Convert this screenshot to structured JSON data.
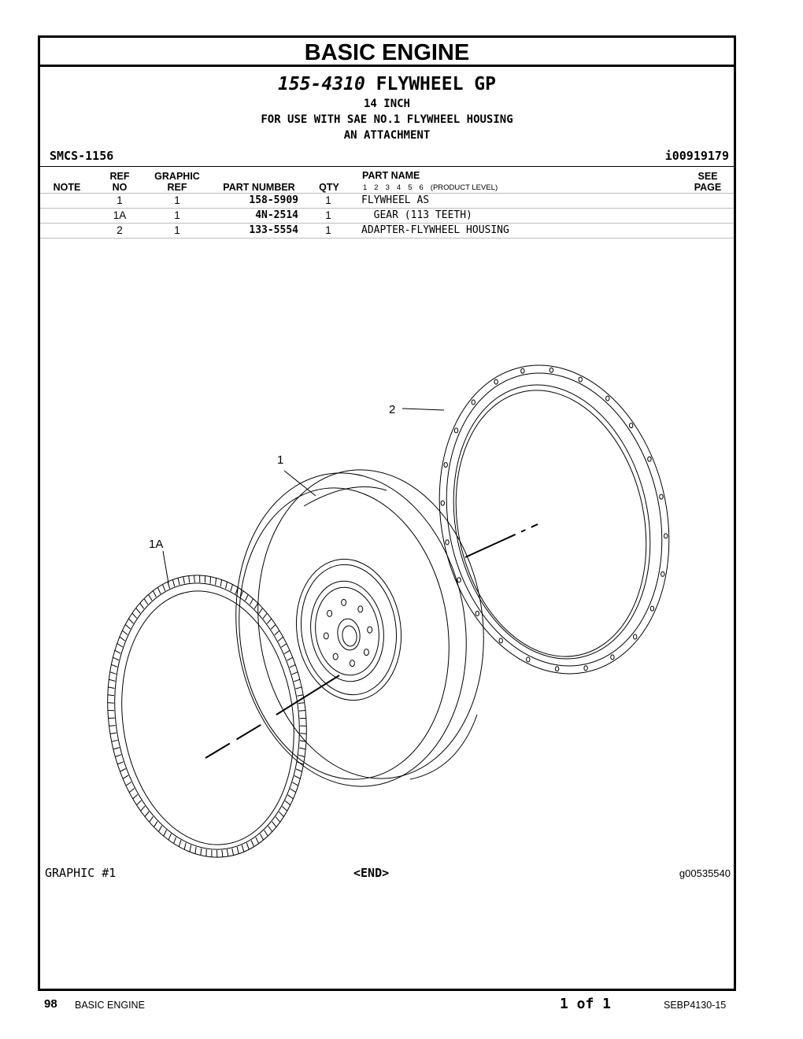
{
  "header": {
    "section_title": "BASIC ENGINE",
    "group_part_number": "155-4310",
    "group_name": "FLYWHEEL GP",
    "sub_lines": [
      "14 INCH",
      "FOR USE WITH SAE NO.1 FLYWHEEL HOUSING",
      "AN ATTACHMENT"
    ],
    "smcs": "SMCS-1156",
    "illustration_no": "i00919179"
  },
  "table": {
    "columns": {
      "note": "NOTE",
      "ref_no_top": "REF",
      "ref_no_bottom": "NO",
      "graphic_ref_top": "GRAPHIC",
      "graphic_ref_bottom": "REF",
      "part_number": "PART NUMBER",
      "qty": "QTY",
      "part_name": "PART NAME",
      "levels": [
        "1",
        "2",
        "3",
        "4",
        "5",
        "6"
      ],
      "product_level": "(PRODUCT LEVEL)",
      "see_page_top": "SEE",
      "see_page_bottom": "PAGE"
    },
    "rows": [
      {
        "ref_no": "1",
        "graphic_ref": "1",
        "part_number": "158-5909",
        "qty": "1",
        "part_name": "FLYWHEEL AS"
      },
      {
        "ref_no": "1A",
        "graphic_ref": "1",
        "part_number": "4N-2514",
        "qty": "1",
        "part_name": "  GEAR (113 TEETH)"
      },
      {
        "ref_no": "2",
        "graphic_ref": "1",
        "part_number": "133-5554",
        "qty": "1",
        "part_name": "ADAPTER-FLYWHEEL HOUSING"
      }
    ]
  },
  "illustration": {
    "callouts": {
      "adapter": "2",
      "flywheel": "1",
      "gear": "1A"
    },
    "graphic_label": "GRAPHIC #1",
    "end_label": "<END>",
    "graphic_no": "g00535540"
  },
  "footer": {
    "page_number": "98",
    "section": "BASIC ENGINE",
    "page_of": "1 of 1",
    "doc_number": "SEBP4130-15"
  }
}
